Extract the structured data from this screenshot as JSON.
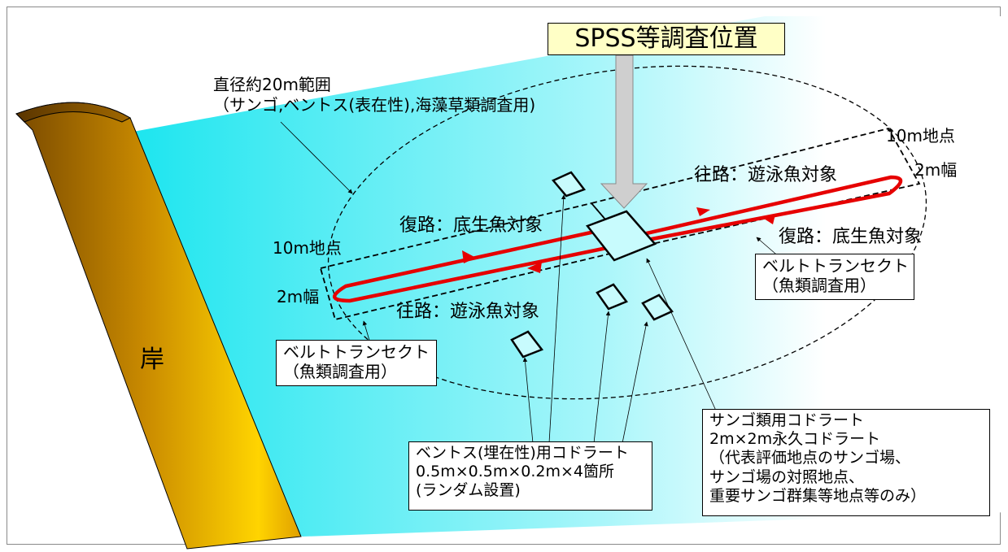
{
  "title": "SPSS等調査位置",
  "shore_label": "岸",
  "diameter_note": {
    "line1": "直径約20m範囲",
    "line2": "（サンゴ,ベントス(表在性),海藻草類調査用)"
  },
  "right_transect": {
    "point": "10m地点",
    "width": "2m幅",
    "outbound": "往路：遊泳魚対象",
    "return": "復路：底生魚対象",
    "box_line1": "ベルトトランセクト",
    "box_line2": "（魚類調査用）"
  },
  "left_transect": {
    "point": "10m地点",
    "width": "2m幅",
    "return": "復路：底生魚対象",
    "outbound": "往路：遊泳魚対象",
    "box_line1": "ベルトトランセクト",
    "box_line2": "（魚類調査用）"
  },
  "benthos_box": {
    "line1": "ベントス(埋在性)用コドラート",
    "line2": "0.5m×0.5m×0.2m×4箇所",
    "line3": "(ランダム設置)"
  },
  "coral_box": {
    "line1": "サンゴ類用コドラート",
    "line2": "2m×2m永久コドラート",
    "line3": "（代表評価地点のサンゴ場、",
    "line4": "サンゴ場の対照地点、",
    "line5": "重要サンゴ群集等地点等のみ）"
  },
  "colors": {
    "water": "#18e6ee",
    "shore_dark": "#7a4a00",
    "shore_light": "#ffd000",
    "track_red": "#e60000",
    "title_bg": "#ffffc6",
    "arrow_gray": "#c8c8c8"
  }
}
